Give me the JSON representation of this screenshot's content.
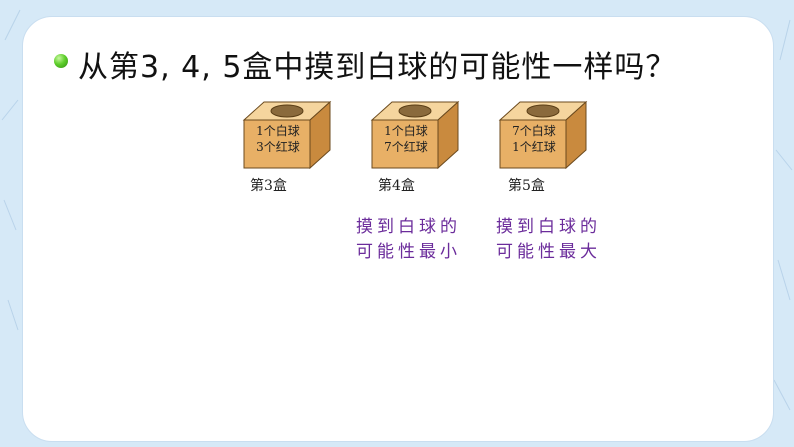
{
  "title": "从第3, 4, 5盒中摸到白球的可能性一样吗？",
  "boxes": [
    {
      "line1": "1个白球",
      "line2": "3个红球",
      "label": "第3盒"
    },
    {
      "line1": "1个白球",
      "line2": "7个红球",
      "label": "第4盒"
    },
    {
      "line1": "7个白球",
      "line2": "1个红球",
      "label": "第5盒"
    }
  ],
  "notes": [
    {
      "line1": "摸到白球的",
      "line2": "可能性最小"
    },
    {
      "line1": "摸到白球的",
      "line2": "可能性最大"
    }
  ],
  "colors": {
    "note_text": "#6b2c9b",
    "box_front": "#e8b066",
    "box_top": "#f5d59e",
    "bullet": "#3fa81b"
  }
}
